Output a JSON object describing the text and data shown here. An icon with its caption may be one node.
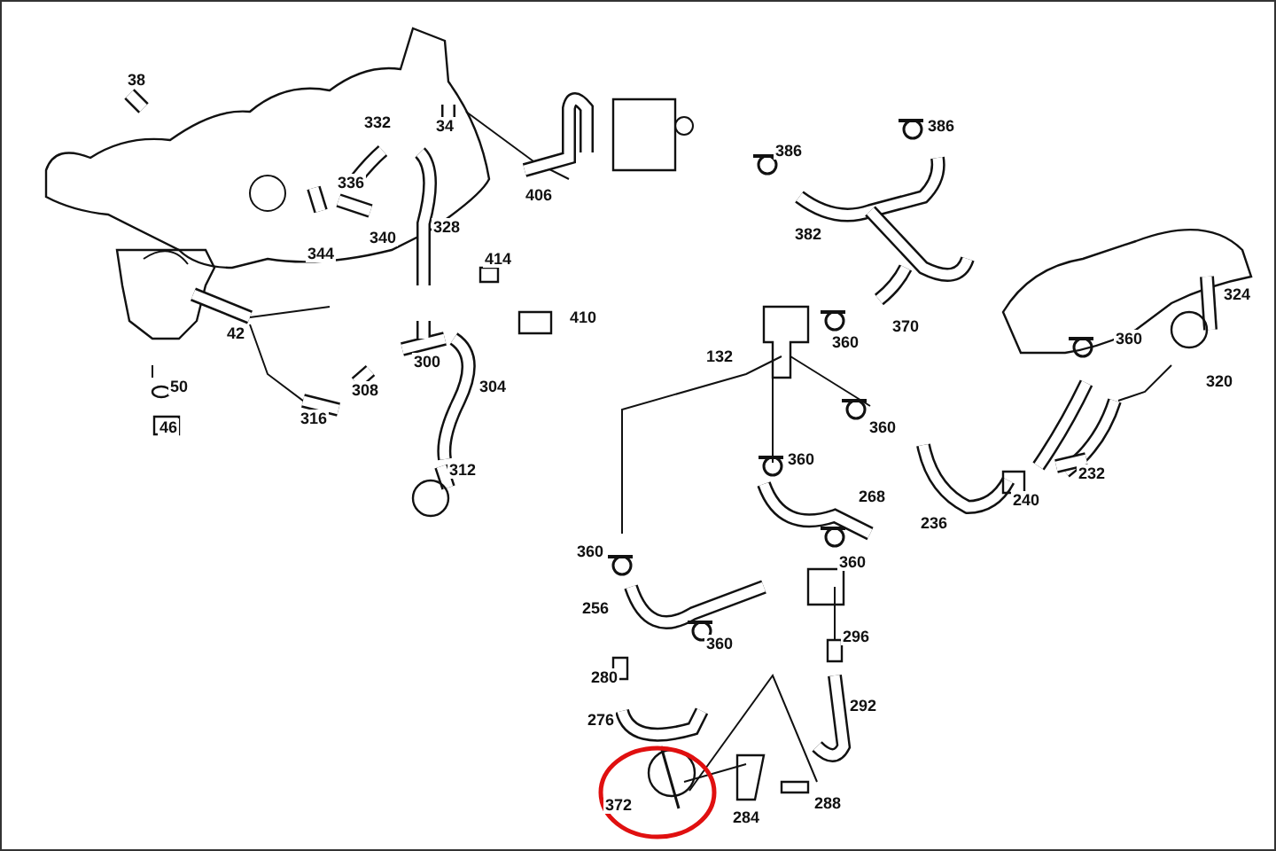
{
  "diagram": {
    "labels": [
      "38",
      "332",
      "34",
      "386",
      "386",
      "336",
      "406",
      "328",
      "382",
      "340",
      "344",
      "414",
      "324",
      "410",
      "370",
      "42",
      "360",
      "360",
      "300",
      "132",
      "320",
      "304",
      "50",
      "308",
      "316",
      "46",
      "360",
      "360",
      "232",
      "312",
      "268",
      "240",
      "236",
      "360",
      "360",
      "256",
      "296",
      "360",
      "280",
      "292",
      "276",
      "284",
      "288",
      "372"
    ]
  }
}
